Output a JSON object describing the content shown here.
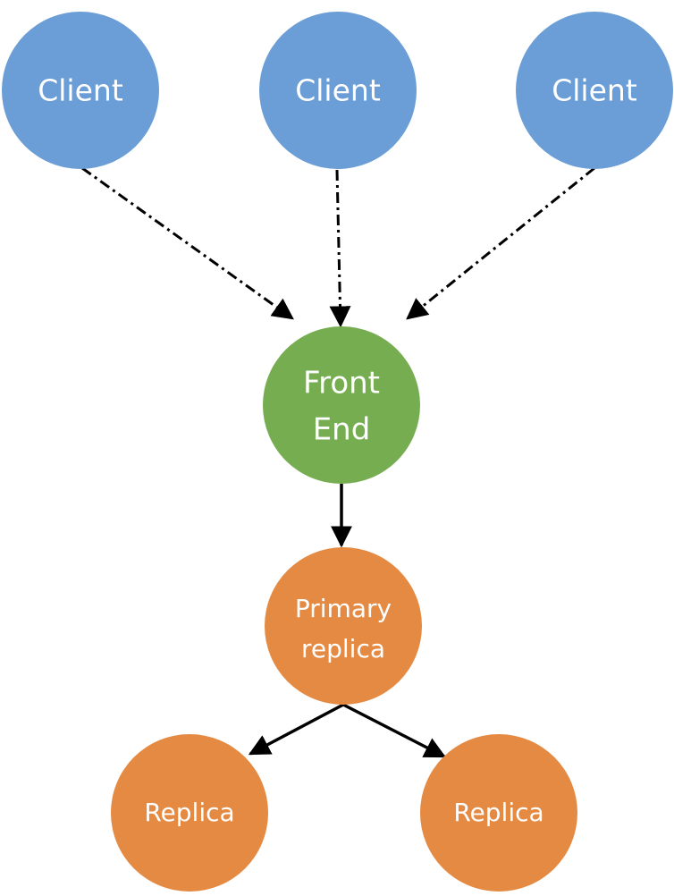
{
  "colors": {
    "client": "#6b9dd6",
    "front_end": "#77ad51",
    "replica": "#e48a42",
    "edge": "#000000"
  },
  "nodes": {
    "client_1": {
      "label": "Client"
    },
    "client_2": {
      "label": "Client"
    },
    "client_3": {
      "label": "Client"
    },
    "front_end": {
      "label_line_1": "Front",
      "label_line_2": "End"
    },
    "primary_replica": {
      "label_line_1": "Primary",
      "label_line_2": "replica"
    },
    "replica_1": {
      "label": "Replica"
    },
    "replica_2": {
      "label": "Replica"
    }
  },
  "edges": [
    {
      "from": "client_1",
      "to": "front_end",
      "style": "dash-dot"
    },
    {
      "from": "client_2",
      "to": "front_end",
      "style": "dash-dot"
    },
    {
      "from": "client_3",
      "to": "front_end",
      "style": "dash-dot"
    },
    {
      "from": "front_end",
      "to": "primary_replica",
      "style": "solid"
    },
    {
      "from": "primary_replica",
      "to": "replica_1",
      "style": "solid"
    },
    {
      "from": "primary_replica",
      "to": "replica_2",
      "style": "solid"
    }
  ]
}
